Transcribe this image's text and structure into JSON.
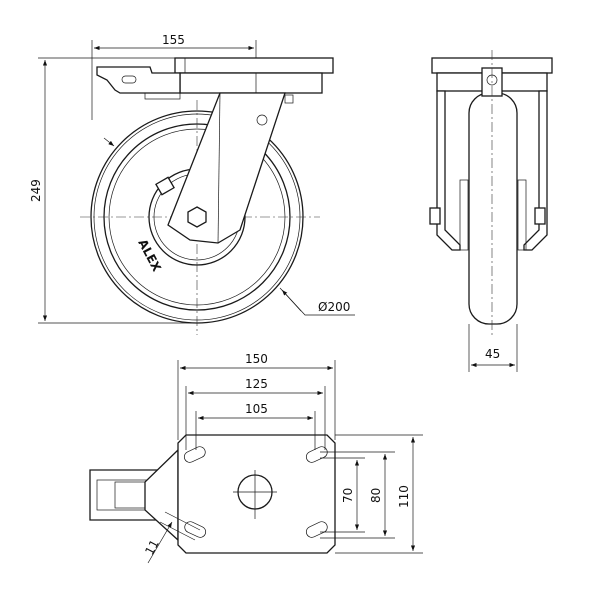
{
  "drawing": {
    "dimensions": {
      "plate_offset": "155",
      "overall_height": "249",
      "wheel_diameter": "Ø200",
      "wheel_width": "45",
      "plate_length": "150",
      "hole_spacing_outer_length": "125",
      "hole_spacing_inner_length": "105",
      "hole_spacing_inner_width": "70",
      "hole_spacing_outer_width": "80",
      "plate_width": "110",
      "slot_width": "11"
    },
    "wheel_logo": "ALEX"
  }
}
